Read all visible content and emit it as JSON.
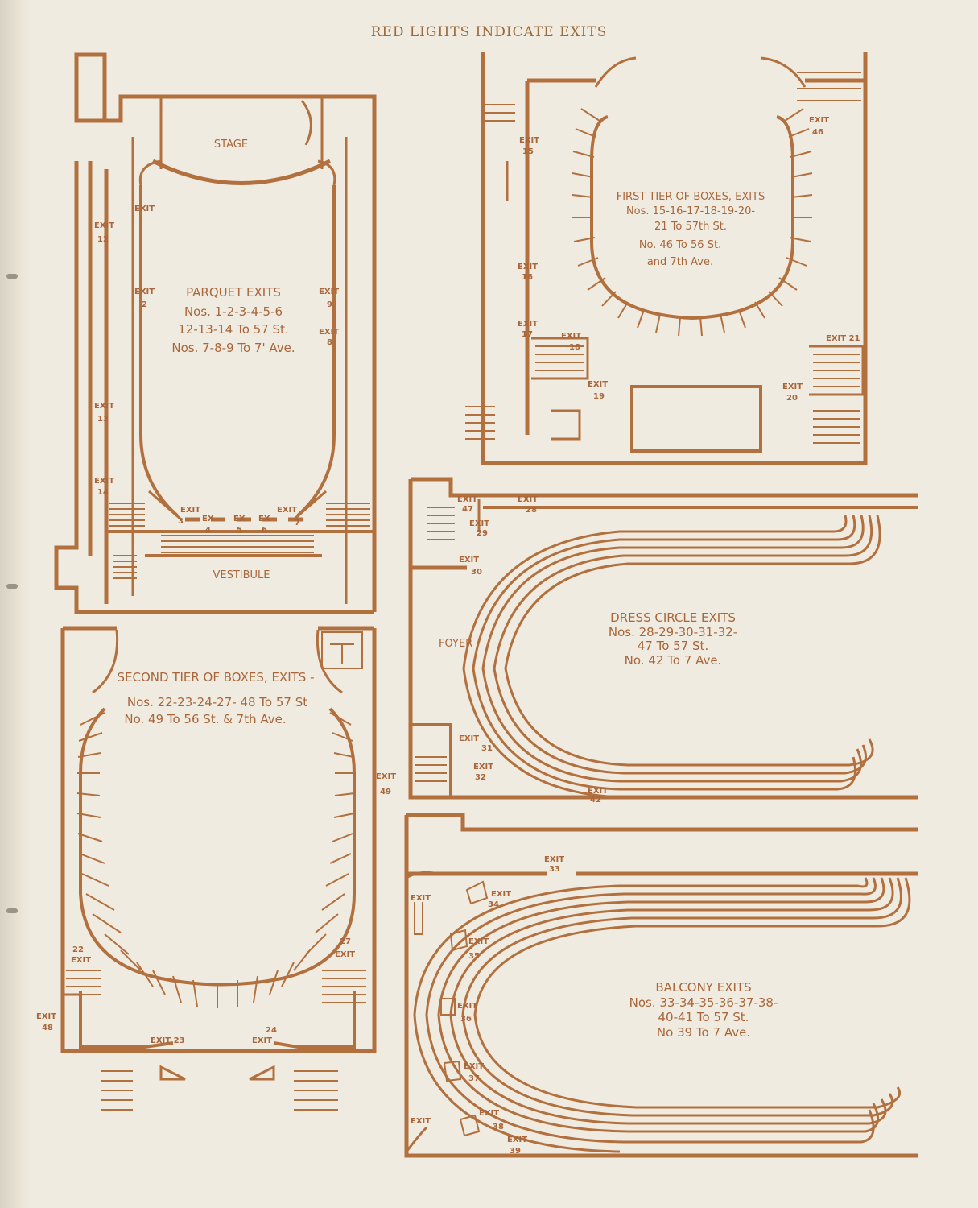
{
  "header": {
    "title": "RED LIGHTS INDICATE EXITS"
  },
  "colors": {
    "ink": "#b3703f",
    "paper": "#f0ebe0"
  },
  "parquet": {
    "stage": "STAGE",
    "vestibule": "VESTIBULE",
    "heading": "PARQUET EXITS",
    "line1": "Nos. 1-2-3-4-5-6",
    "line2": "12-13-14 To 57 St.",
    "line3": "Nos. 7-8-9 To 7' Ave."
  },
  "first_tier": {
    "heading": "FIRST TIER OF BOXES, EXITS",
    "line1": "Nos. 15-16-17-18-19-20-",
    "line2": "21 To 57th St.",
    "line3": "No. 46 To 56 St.",
    "line4": "and 7th Ave."
  },
  "dress_circle": {
    "foyer": "FOYER",
    "heading": "DRESS CIRCLE EXITS",
    "line1": "Nos. 28-29-30-31-32-",
    "line2": "47 To 57 St.",
    "line3": "No. 42 To 7 Ave."
  },
  "second_tier": {
    "heading": "SECOND TIER OF BOXES, EXITS -",
    "line1": "Nos. 22-23-24-27- 48 To 57 St",
    "line2": "No. 49 To 56 St. & 7th Ave."
  },
  "balcony": {
    "heading": "BALCONY EXITS",
    "line1": "Nos. 33-34-35-36-37-38-",
    "line2": "40-41 To 57 St.",
    "line3": "No 39 To 7 Ave."
  },
  "exit_word": "EXIT",
  "ex_word": "EX",
  "exits": {
    "e1": "",
    "e2": "2",
    "e3": "3",
    "e4": "4",
    "e5": "5",
    "e6": "6",
    "e7": "7",
    "e8": "8",
    "e9": "9",
    "e12": "12",
    "e13": "13",
    "e14": "14",
    "e15": "15",
    "e16": "16",
    "e17": "17",
    "e18": "18",
    "e19": "19",
    "e20": "20",
    "e21": "EXIT 21",
    "e46": "46",
    "e22": "22",
    "e23": "EXIT 23",
    "e24": "24",
    "e27": "27",
    "e48": "48",
    "e49": "49",
    "e28": "28",
    "e29": "29",
    "e30": "30",
    "e31": "31",
    "e32": "32",
    "e42": "42",
    "e47": "47",
    "e33": "33",
    "e34": "34",
    "e35": "35",
    "e36": "36",
    "e37": "37",
    "e38": "38",
    "e39": "39"
  }
}
